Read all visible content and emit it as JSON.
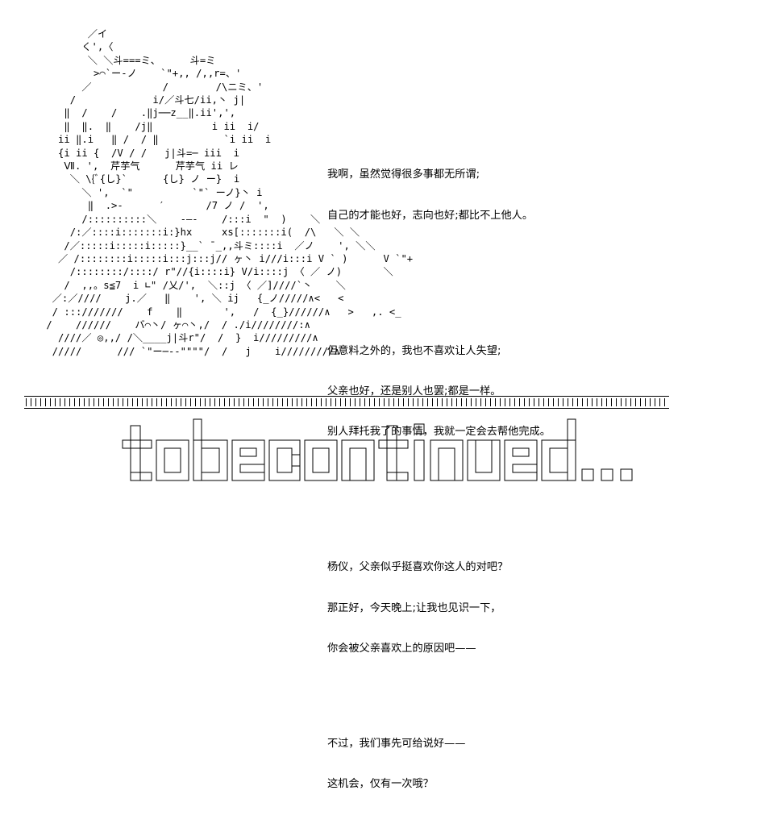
{
  "art": {
    "lines": [
      "           ／イ",
      "          く',〈",
      "           ＼ ＼斗===ミ、     斗=ミ",
      "            >⌒`ー-ノ    `\"+,, /,,r=、'",
      "          ／            /        /\\ニミ、'",
      "        /             i/／斗七/ii,丶 j|",
      "       ‖  /    /    .‖j──z__‖.ii',',",
      "       ‖  ‖.  ‖    /j‖          i ii  i/",
      "      ii ‖.i   ‖ /  / ‖           `i ii  i",
      "      {i ii {  /V / /   j|斗=─ iii  i",
      "       Ⅶ. ',  芹芋气      芹芋气 ii レ",
      "        ＼ \\{ﾞ{し}`      {し} ノ ー}  i",
      "          ＼ ',  `\"          `\"` ーノ}丶 i",
      "           ‖  .>-      ′       /7 ノ /  ',",
      "          /::::::::::＼    -―-    /:::i  \"  )    ＼",
      "        /:／::::i:::::::i:}hx     xs[:::::::i(  /\\   ＼ ＼",
      "       /／:::::i:::::i:::::}__` ̄ _,,斗ミ::::i  ／ノ    ', ＼＼",
      "      ／ /::::::::i:::::i:::j:::j// ヶ丶 i///i:::i V ` )      V `\"+",
      "        /::::::::/::::/ r\"//{i::::i} V/i::::j 〈 ／ ノ)       ＼",
      "       /  ,,。s≦7  i ∟\" /乂/',  ＼::j 〈 ／]////`丶    ＼",
      "     ／:／////    j.／   ‖    ', ＼ ij   {_ノ/////∧<   <",
      "     / :::///////    f    ‖       ',   /  {_}//////∧   >   ,. <_",
      "    /    //////    バ⌒丶/ ヶ⌒丶,/  / ./i////////:∧",
      "      ////／ ◎,,/ /＼____j|斗r\"/  /  }  i/////////∧",
      "     /////      /// `\"ー─--\"\"\"\"/  /   j    i/////////∧"
    ]
  },
  "dialogue": {
    "groups": [
      [
        "我啊，虽然觉得很多事都无所谓;",
        "自己的才能也好，志向也好;都比不上他人。"
      ],
      [
        "但意料之外的，我也不喜欢让人失望;",
        "父亲也好，还是别人也罢;都是一样。",
        "别人拜托我了的事情，我就一定会去帮他完成。"
      ],
      [
        "杨仪，父亲似乎挺喜欢你这人的对吧？",
        "那正好，今天晚上;让我也见识一下，",
        "你会被父亲喜欢上的原因吧——"
      ],
      [
        "不过，我们事先可给说好——",
        "这机会，仅有一次哦？"
      ]
    ]
  },
  "banner": {
    "text": "to be continued...",
    "letters": [
      "t",
      "o",
      "b",
      "e",
      "c",
      "o",
      "n",
      "t",
      "i",
      "n",
      "u",
      "e",
      "d",
      ".",
      ".",
      "."
    ]
  }
}
